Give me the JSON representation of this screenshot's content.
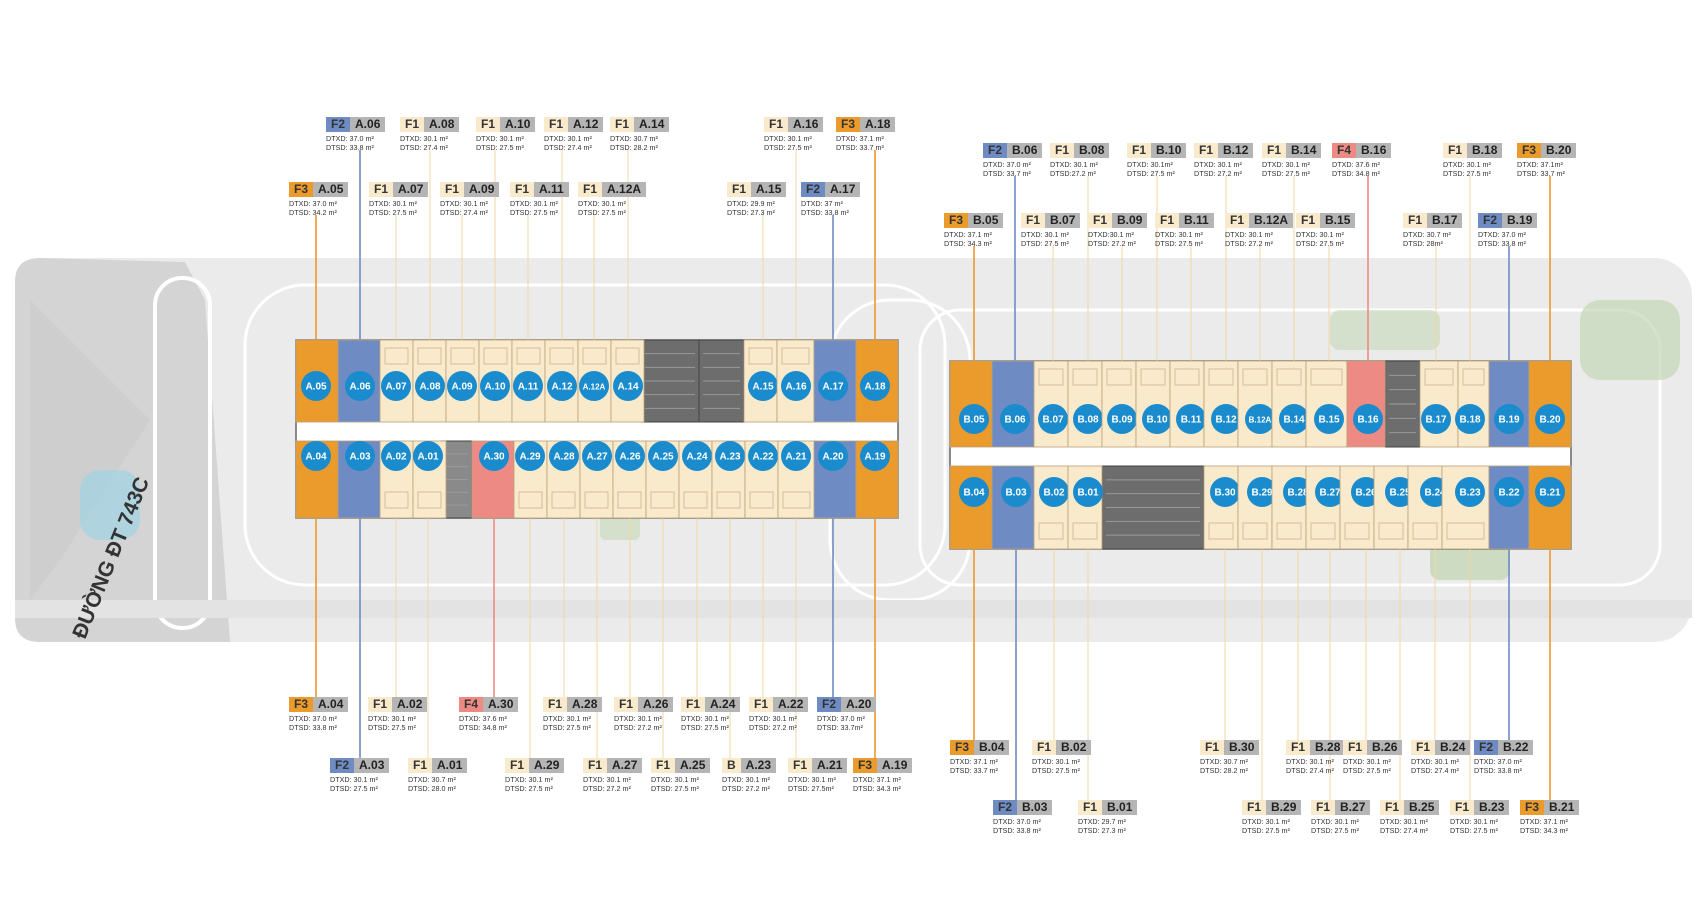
{
  "road_label": "ĐƯỜNG ĐT 743C",
  "colors": {
    "F1": "#faeacc",
    "F2": "#6f8bc4",
    "F3": "#eb9a2c",
    "F4": "#ee8a84",
    "B": "#faeacc",
    "unit_fill": "#faeacc",
    "unit_circle": "#1a8ccd",
    "stair": "#7a7a7a",
    "code_bg": "#b5b5b5"
  },
  "units": [
    {
      "code": "A.05",
      "type": "F3",
      "circle": "A.05",
      "dtxd": "DTXD: 37.0 m²",
      "dtsd": "DTSD: 34.2 m²"
    },
    {
      "code": "A.06",
      "type": "F2",
      "circle": "A.06",
      "dtxd": "DTXD: 37.0 m²",
      "dtsd": "DTSD: 33.8 m²"
    },
    {
      "code": "A.07",
      "type": "F1",
      "circle": "A.07",
      "dtxd": "DTXD: 30.1 m²",
      "dtsd": "DTSD: 27.5 m²"
    },
    {
      "code": "A.08",
      "type": "F1",
      "circle": "A.08",
      "dtxd": "DTXD: 30.1 m²",
      "dtsd": "DTSD: 27.4 m²"
    },
    {
      "code": "A.09",
      "type": "F1",
      "circle": "A.09",
      "dtxd": "DTXD: 30.1 m²",
      "dtsd": "DTSD: 27.4 m²"
    },
    {
      "code": "A.10",
      "type": "F1",
      "circle": "A.10",
      "dtxd": "DTXD: 30.1 m²",
      "dtsd": "DTSD: 27.5 m²"
    },
    {
      "code": "A.11",
      "type": "F1",
      "circle": "A.11",
      "dtxd": "DTXD: 30.1 m²",
      "dtsd": "DTSD: 27.5 m²"
    },
    {
      "code": "A.12",
      "type": "F1",
      "circle": "A.12",
      "dtxd": "DTXD: 30.1 m²",
      "dtsd": "DTSD: 27.4 m²"
    },
    {
      "code": "A.12A",
      "type": "F1",
      "circle": "A.12A",
      "dtxd": "DTXD: 30.1 m²",
      "dtsd": "DTSD: 27.5 m²"
    },
    {
      "code": "A.14",
      "type": "F1",
      "circle": "A.14",
      "dtxd": "DTXD: 30.7 m²",
      "dtsd": "DTSD: 28.2 m²"
    },
    {
      "code": "A.15",
      "type": "F1",
      "circle": "A.15",
      "dtxd": "DTXD: 29.9 m²",
      "dtsd": "DTSD: 27.3 m²"
    },
    {
      "code": "A.16",
      "type": "F1",
      "circle": "A.16",
      "dtxd": "DTXD: 30.1 m²",
      "dtsd": "DTSD: 27.5 m²"
    },
    {
      "code": "A.17",
      "type": "F2",
      "circle": "A.17",
      "dtxd": "DTXD: 37 m²",
      "dtsd": "DTSD: 33.8 m²"
    },
    {
      "code": "A.18",
      "type": "F3",
      "circle": "A.18",
      "dtxd": "DTXD: 37.1 m²",
      "dtsd": "DTSD: 33.7 m²"
    },
    {
      "code": "A.04",
      "type": "F3",
      "circle": "A.04",
      "dtxd": "DTXD: 37.0 m²",
      "dtsd": "DTSD: 33.8 m²"
    },
    {
      "code": "A.03",
      "type": "F2",
      "circle": "A.03",
      "dtxd": "DTXD: 30.1 m²",
      "dtsd": "DTSD: 27.5 m²"
    },
    {
      "code": "A.02",
      "type": "F1",
      "circle": "A.02",
      "dtxd": "DTXD: 30.1 m²",
      "dtsd": "DTSD: 27.5 m²"
    },
    {
      "code": "A.01",
      "type": "F1",
      "circle": "A.01",
      "dtxd": "DTXD: 30.7 m²",
      "dtsd": "DTSD: 28.0 m²"
    },
    {
      "code": "A.30",
      "type": "F4",
      "circle": "A.30",
      "dtxd": "DTXD: 37.6 m²",
      "dtsd": "DTSD: 34.8 m²"
    },
    {
      "code": "A.29",
      "type": "F1",
      "circle": "A.29",
      "dtxd": "DTXD: 30.1 m²",
      "dtsd": "DTSD: 27.5 m²"
    },
    {
      "code": "A.28",
      "type": "F1",
      "circle": "A.28",
      "dtxd": "DTXD: 30.1 m²",
      "dtsd": "DTSD: 27.5 m²"
    },
    {
      "code": "A.27",
      "type": "F1",
      "circle": "A.27",
      "dtxd": "DTXD: 30.1 m²",
      "dtsd": "DTSD: 27.2 m²"
    },
    {
      "code": "A.26",
      "type": "F1",
      "circle": "A.26",
      "dtxd": "DTXD: 30.1 m²",
      "dtsd": "DTSD: 27.2 m²"
    },
    {
      "code": "A.25",
      "type": "F1",
      "circle": "A.25",
      "dtxd": "DTXD: 30.1 m²",
      "dtsd": "DTSD: 27.5 m²"
    },
    {
      "code": "A.24",
      "type": "F1",
      "circle": "A.24",
      "dtxd": "DTXD: 30.1 m²",
      "dtsd": "DTSD: 27.5 m²"
    },
    {
      "code": "A.23",
      "type": "B",
      "circle": "A.23",
      "dtxd": "DTXD: 30.1 m²",
      "dtsd": "DTSD: 27.2 m²"
    },
    {
      "code": "A.22",
      "type": "F1",
      "circle": "A.22",
      "dtxd": "DTXD: 30.1 m²",
      "dtsd": "DTSD: 27.2 m²"
    },
    {
      "code": "A.21",
      "type": "F1",
      "circle": "A.21",
      "dtxd": "DTXD: 30.1 m²",
      "dtsd": "DTSD: 27.5m²"
    },
    {
      "code": "A.20",
      "type": "F2",
      "circle": "A.20",
      "dtxd": "DTXD: 37.0 m²",
      "dtsd": "DTSD: 33.7m²"
    },
    {
      "code": "A.19",
      "type": "F3",
      "circle": "A.19",
      "dtxd": "DTXD: 37.1 m²",
      "dtsd": "DTSD: 34.3 m²"
    },
    {
      "code": "B.05",
      "type": "F3",
      "circle": "B.05",
      "dtxd": "DTXD: 37.1 m²",
      "dtsd": "DTSD: 34.3 m²"
    },
    {
      "code": "B.06",
      "type": "F2",
      "circle": "B.06",
      "dtxd": "DTXD: 37.0 m²",
      "dtsd": "DTSD: 33.7 m²"
    },
    {
      "code": "B.07",
      "type": "F1",
      "circle": "B.07",
      "dtxd": "DTXD: 30.1 m²",
      "dtsd": "DTSD: 27.5 m²"
    },
    {
      "code": "B.08",
      "type": "F1",
      "circle": "B.08",
      "dtxd": "DTXD: 30.1 m²",
      "dtsd": "DTSD:27.2 m²"
    },
    {
      "code": "B.09",
      "type": "F1",
      "circle": "B.09",
      "dtxd": "DTXD:30.1 m²",
      "dtsd": "DTSD: 27.2 m²"
    },
    {
      "code": "B.10",
      "type": "F1",
      "circle": "B.10",
      "dtxd": "DTXD: 30.1m²",
      "dtsd": "DTSD: 27.5 m²"
    },
    {
      "code": "B.11",
      "type": "F1",
      "circle": "B.11",
      "dtxd": "DTXD: 30.1 m²",
      "dtsd": "DTSD: 27.5 m²"
    },
    {
      "code": "B.12",
      "type": "F1",
      "circle": "B.12",
      "dtxd": "DTXD: 30.1 m²",
      "dtsd": "DTSD: 27.2 m²"
    },
    {
      "code": "B.12A",
      "type": "F1",
      "circle": "B.12A",
      "dtxd": "DTXD: 30.1 m²",
      "dtsd": "DTSD: 27.2 m²"
    },
    {
      "code": "B.14",
      "type": "F1",
      "circle": "B.14",
      "dtxd": "DTXD: 30.1 m²",
      "dtsd": "DTSD: 27.5 m²"
    },
    {
      "code": "B.15",
      "type": "F1",
      "circle": "B.15",
      "dtxd": "DTXD: 30.1 m²",
      "dtsd": "DTSD: 27.5 m²"
    },
    {
      "code": "B.16",
      "type": "F4",
      "circle": "B.16",
      "dtxd": "DTXD: 37.6 m²",
      "dtsd": "DTSD: 34.8 m²"
    },
    {
      "code": "B.17",
      "type": "F1",
      "circle": "B.17",
      "dtxd": "DTXD: 30.7 m²",
      "dtsd": "DTSD: 28m²"
    },
    {
      "code": "B.18",
      "type": "F1",
      "circle": "B.18",
      "dtxd": "DTXD: 30.1 m²",
      "dtsd": "DTSD: 27.5 m²"
    },
    {
      "code": "B.19",
      "type": "F2",
      "circle": "B.19",
      "dtxd": "DTXD: 37.0 m²",
      "dtsd": "DTSD: 33.8 m²"
    },
    {
      "code": "B.20",
      "type": "F3",
      "circle": "B.20",
      "dtxd": "DTXD: 37.1m²",
      "dtsd": "DTSD: 33.7 m²"
    },
    {
      "code": "B.04",
      "type": "F3",
      "circle": "B.04",
      "dtxd": "DTXD: 37.1 m²",
      "dtsd": "DTSD: 33.7 m²"
    },
    {
      "code": "B.03",
      "type": "F2",
      "circle": "B.03",
      "dtxd": "DTXD: 37.0 m²",
      "dtsd": "DTSD: 33.8 m²"
    },
    {
      "code": "B.02",
      "type": "F1",
      "circle": "B.02",
      "dtxd": "DTXD: 30.1 m²",
      "dtsd": "DTSD: 27.5 m²"
    },
    {
      "code": "B.01",
      "type": "F1",
      "circle": "B.01",
      "dtxd": "DTXD: 29.7 m²",
      "dtsd": "DTSD: 27.3 m²"
    },
    {
      "code": "B.30",
      "type": "F1",
      "circle": "B.30",
      "dtxd": "DTXD: 30.7 m²",
      "dtsd": "DTSD: 28.2 m²"
    },
    {
      "code": "B.29",
      "type": "F1",
      "circle": "B.29",
      "dtxd": "DTXD: 30.1 m²",
      "dtsd": "DTSD: 27.5 m²"
    },
    {
      "code": "B.28",
      "type": "F1",
      "circle": "B.28",
      "dtxd": "DTXD: 30.1 m²",
      "dtsd": "DTSD: 27.4 m²"
    },
    {
      "code": "B.27",
      "type": "F1",
      "circle": "B.27",
      "dtxd": "DTXD: 30.1 m²",
      "dtsd": "DTSD: 27.5 m²"
    },
    {
      "code": "B.26",
      "type": "F1",
      "circle": "B.26",
      "dtxd": "DTXD: 30.1 m²",
      "dtsd": "DTSD: 27.5 m²"
    },
    {
      "code": "B.25",
      "type": "F1",
      "circle": "B.25",
      "dtxd": "DTXD: 30.1 m²",
      "dtsd": "DTSD: 27.4 m²"
    },
    {
      "code": "B.24",
      "type": "F1",
      "circle": "B.24",
      "dtxd": "DTXD: 30.1 m²",
      "dtsd": "DTSD: 27.4 m²"
    },
    {
      "code": "B.23",
      "type": "F1",
      "circle": "B.23",
      "dtxd": "DTXD: 30.1 m²",
      "dtsd": "DTSD: 27.5 m²"
    },
    {
      "code": "B.22",
      "type": "F2",
      "circle": "B.22",
      "dtxd": "DTXD: 37.0 m²",
      "dtsd": "DTSD: 33.8 m²"
    },
    {
      "code": "B.21",
      "type": "F3",
      "circle": "B.21",
      "dtxd": "DTXD: 37.1 m²",
      "dtsd": "DTSD: 34.3 m²"
    }
  ]
}
